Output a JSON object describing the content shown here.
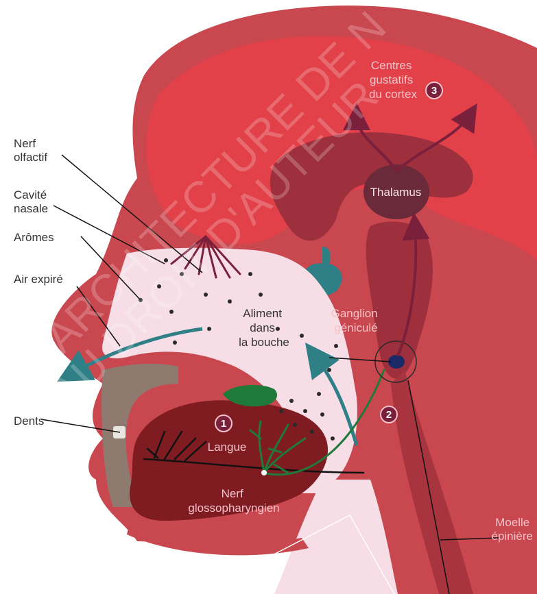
{
  "labels": {
    "nerf_olfactif": [
      "Nerf",
      "olfactif"
    ],
    "cavite_nasale": [
      "Cavité",
      "nasale"
    ],
    "aromes": "Arômes",
    "air_expire": "Air expiré",
    "dents": "Dents",
    "centres_gustatifs": [
      "Centres",
      "gustatifs",
      "du cortex"
    ],
    "thalamus": "Thalamus",
    "aliment": [
      "Aliment",
      "dans",
      "la bouche"
    ],
    "ganglion": [
      "Ganglion",
      "géniculé"
    ],
    "langue": "Langue",
    "nerf_glosso": [
      "Nerf",
      "glossopharyngien"
    ],
    "moelle": [
      "Moelle",
      "épinière"
    ]
  },
  "badges": {
    "b1": "1",
    "b2": "2",
    "b3": "3"
  },
  "watermark": [
    "D'ARCHITECTURE DE N",
    "AU DROIT D'AUTEUR"
  ],
  "colors": {
    "head": "#c9474f",
    "brain": "#e2414a",
    "brain_inner": "#9e2f3c",
    "tongue": "#7e1c22",
    "cavity": "#f6dde6",
    "badge": "#7a1f3c",
    "nerve_green": "#1f7a3a",
    "teal": "#2f7f86"
  }
}
